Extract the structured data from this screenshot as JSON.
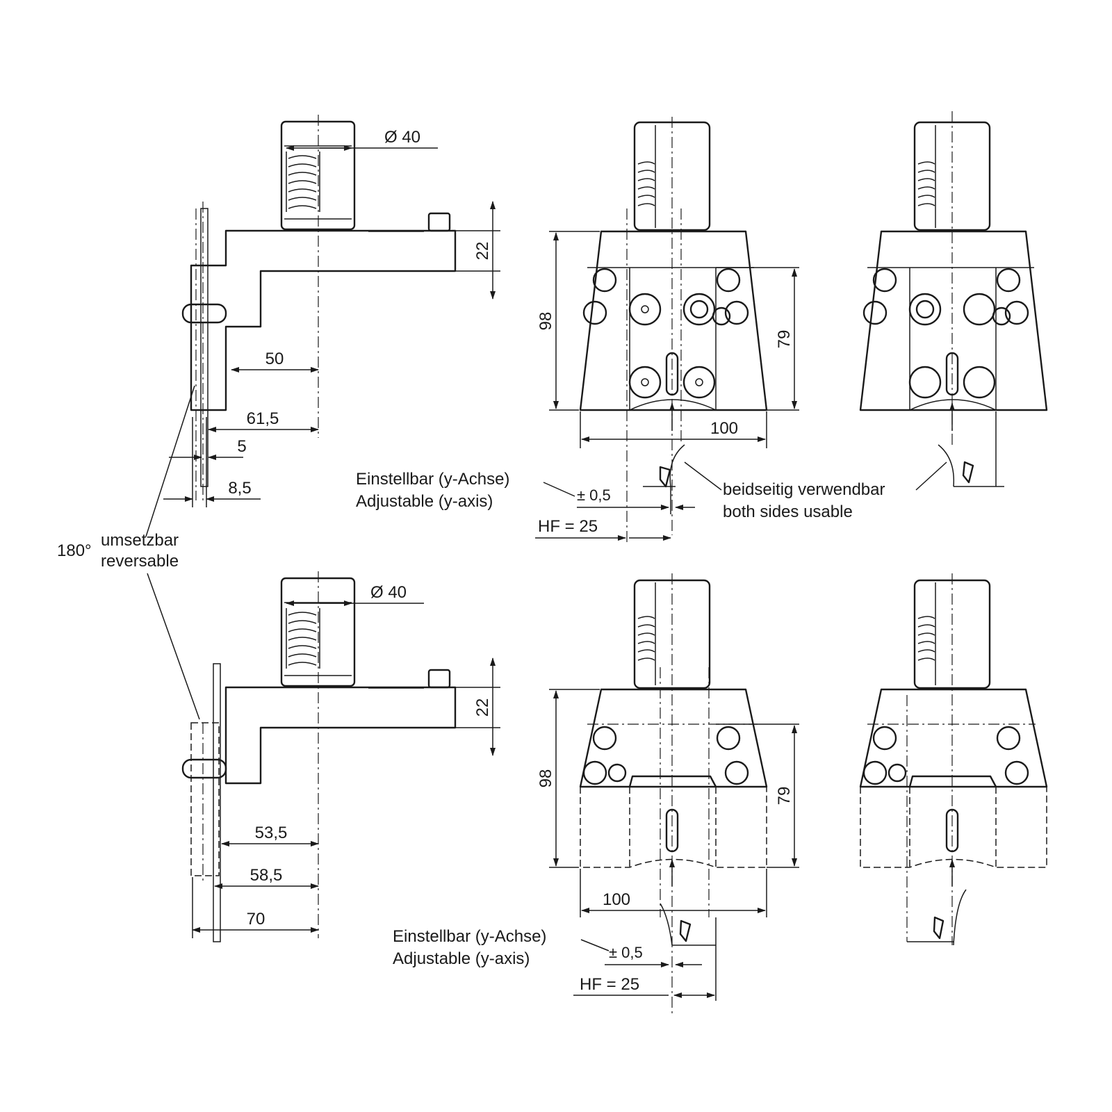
{
  "top": {
    "side": {
      "diameter": "Ø 40",
      "d_22": "22",
      "d_50": "50",
      "d_61_5": "61,5",
      "d_5": "5",
      "d_8_5": "8,5"
    },
    "front": {
      "d_98": "98",
      "d_79": "79",
      "d_100": "100",
      "adjust_de": "Einstellbar (y-Achse)",
      "adjust_en": "Adjustable (y-axis)",
      "tolerance": "± 0,5",
      "hf": "HF = 25",
      "both_de": "beidseitig verwendbar",
      "both_en": "both sides usable"
    }
  },
  "reverse_note": {
    "deg": "180°",
    "de": "umsetzbar",
    "en": "reversable"
  },
  "bottom": {
    "side": {
      "diameter": "Ø 40",
      "d_22": "22",
      "d_53_5": "53,5",
      "d_58_5": "58,5",
      "d_70": "70"
    },
    "front": {
      "d_98": "98",
      "d_79": "79",
      "d_100": "100",
      "adjust_de": "Einstellbar (y-Achse)",
      "adjust_en": "Adjustable (y-axis)",
      "tolerance": "± 0,5",
      "hf": "HF = 25"
    }
  }
}
